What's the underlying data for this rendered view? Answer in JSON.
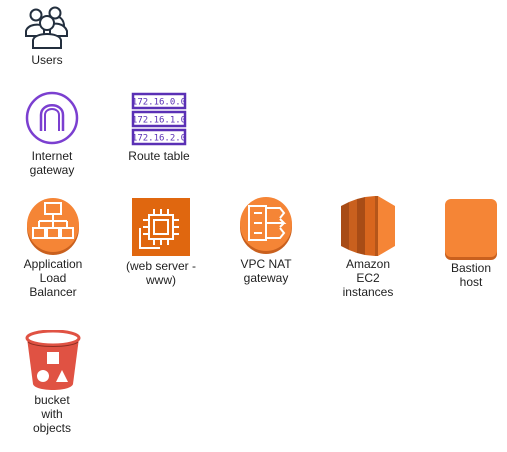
{
  "diagram": {
    "nodes": [
      {
        "id": "users",
        "label": "Users",
        "icon": "users-icon"
      },
      {
        "id": "internet-gateway",
        "label": "Internet\ngateway",
        "icon": "internet-gateway-icon",
        "color": "#7b3fd0"
      },
      {
        "id": "route-table",
        "label": "Route table",
        "icon": "route-table-icon",
        "color": "#5a30b5",
        "routes": [
          "172.16.0.0",
          "172.16.1.0",
          "172.16.2.0"
        ]
      },
      {
        "id": "alb",
        "label": "Application\nLoad\nBalancer",
        "icon": "load-balancer-icon",
        "color": "#f58536"
      },
      {
        "id": "web-server",
        "label": "(web server -\nwww)",
        "icon": "ec2-instance-chip-icon",
        "color": "#e0670f"
      },
      {
        "id": "nat-gateway",
        "label": "VPC NAT\ngateway",
        "icon": "nat-gateway-icon",
        "color": "#f58536"
      },
      {
        "id": "ec2-instances",
        "label": "Amazon\nEC2\ninstances",
        "icon": "ec2-instances-icon",
        "color": "#f58536"
      },
      {
        "id": "bastion",
        "label": "Bastion\nhost",
        "icon": "bastion-host-icon",
        "color": "#f58536"
      },
      {
        "id": "bucket",
        "label": "bucket\nwith\nobjects",
        "icon": "s3-bucket-icon",
        "color": "#e05243"
      }
    ]
  }
}
